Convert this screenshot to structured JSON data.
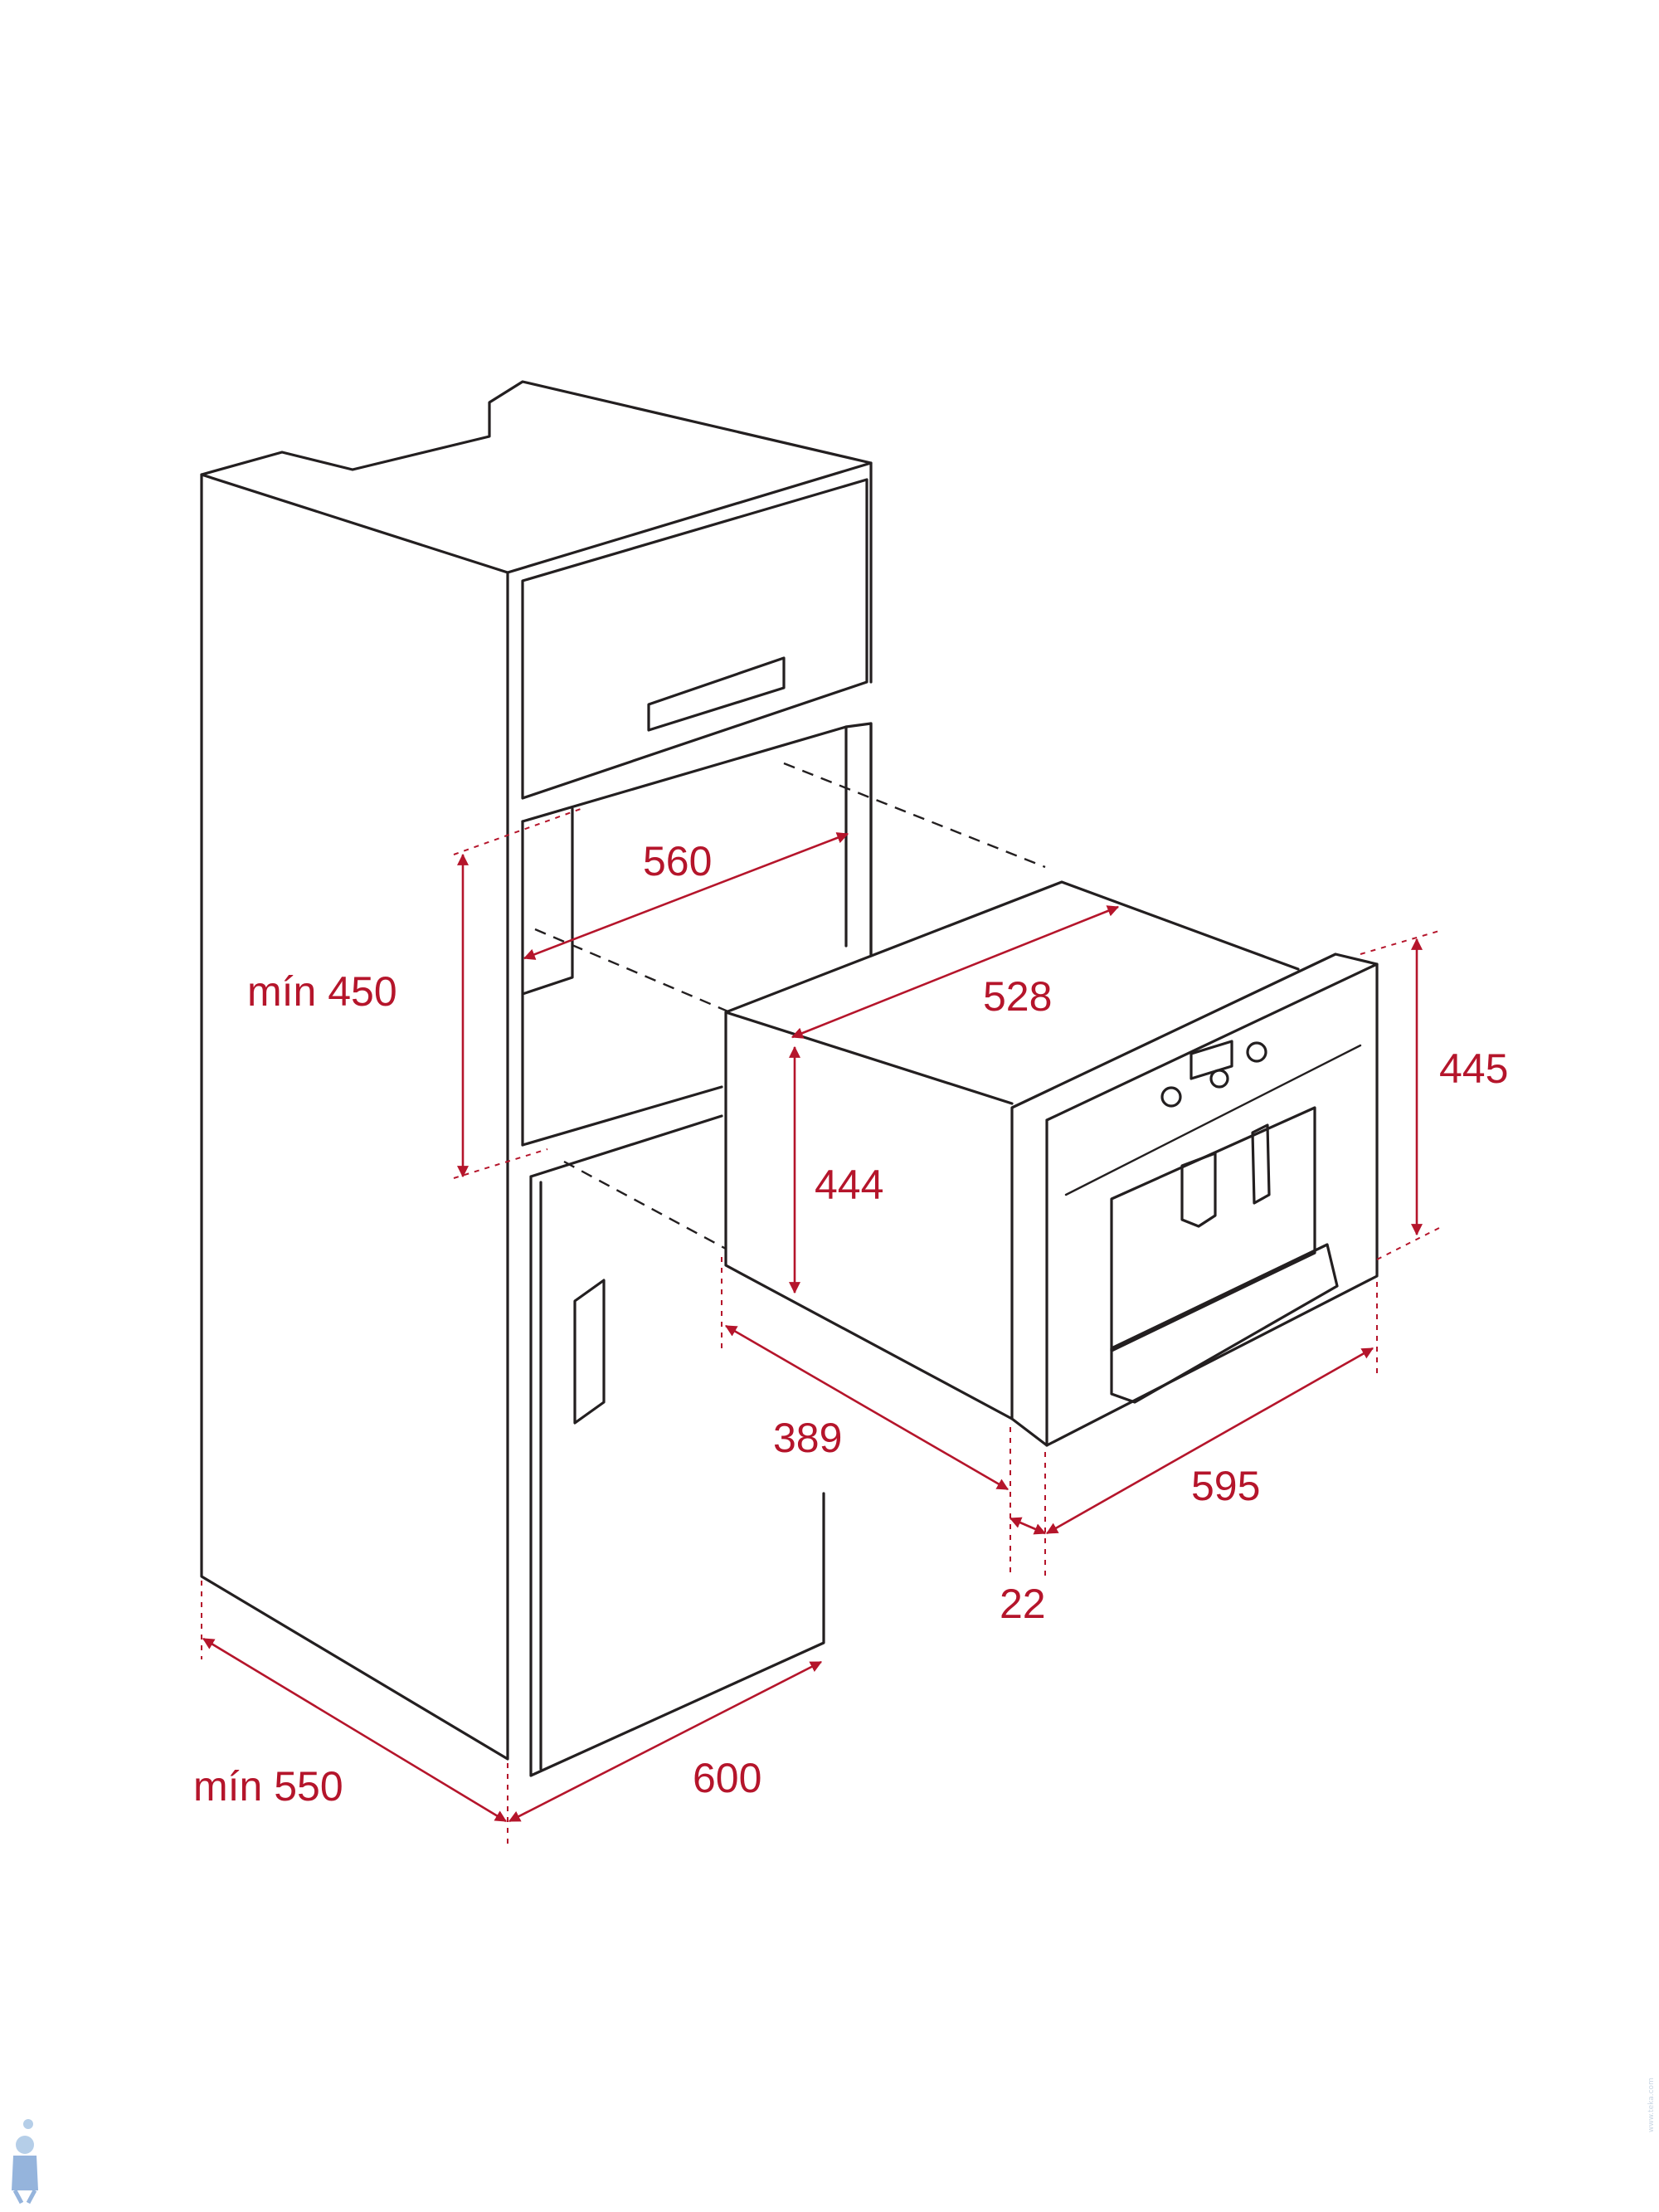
{
  "colors": {
    "outline": "#231f20",
    "dimension": "#b5152b",
    "background": "#ffffff"
  },
  "dimensions": {
    "cavity_width": "560",
    "cavity_height_min": "mín 450",
    "cabinet_depth_min": "mín 550",
    "cabinet_width": "600",
    "appliance_depth": "528",
    "appliance_body_height": "444",
    "appliance_body_depth": "389",
    "front_panel_height": "445",
    "front_panel_width": "595",
    "front_panel_thickness": "22"
  },
  "watermark": {
    "icon": "plumber-mascot-icon",
    "side_text": "www.teka.com"
  }
}
